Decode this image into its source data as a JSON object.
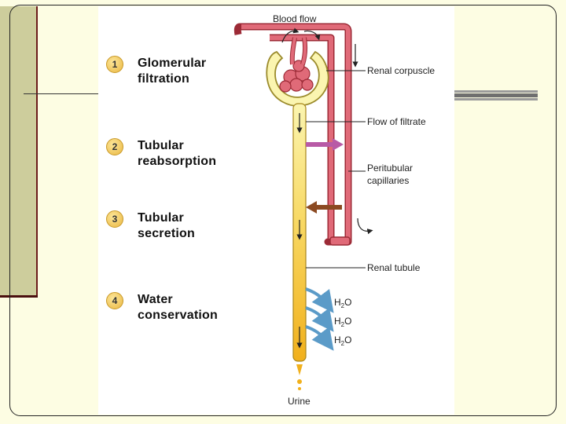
{
  "steps": [
    {
      "number": "1",
      "label": "Glomerular\nfiltration"
    },
    {
      "number": "2",
      "label": "Tubular\nreabsorption"
    },
    {
      "number": "3",
      "label": "Tubular\nsecretion"
    },
    {
      "number": "4",
      "label": "Water\nconservation"
    }
  ],
  "labels": {
    "blood_flow": "Blood flow",
    "renal_corpuscle": "Renal corpuscle",
    "flow_of_filtrate": "Flow of filtrate",
    "peritubular_capillaries_1": "Peritubular",
    "peritubular_capillaries_2": "capillaries",
    "renal_tubule": "Renal tubule",
    "water": [
      "H",
      "2",
      "O"
    ],
    "urine": "Urine"
  },
  "colors": {
    "capillary": "#e06a78",
    "capillary_stroke": "#9c2a36",
    "tubule_top": "#fbf3a2",
    "tubule_bottom": "#f2b41e",
    "reabsorption_arrow": "#b85aa6",
    "secretion_arrow": "#8b4a22",
    "water_arrow": "#5b9bc8"
  }
}
